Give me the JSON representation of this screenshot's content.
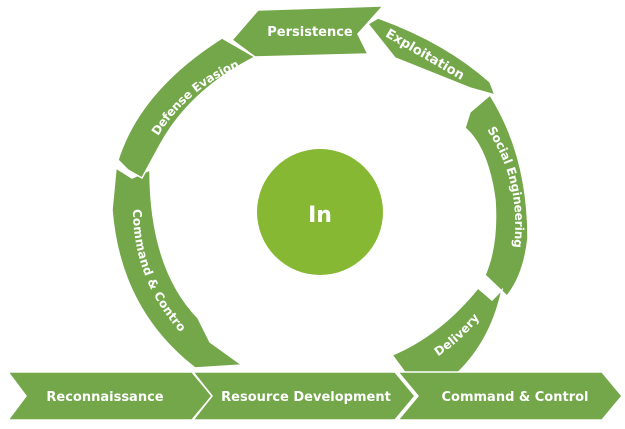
{
  "center": {
    "label": "In"
  },
  "ring_stages": [
    {
      "label": "Persistence"
    },
    {
      "label": "Exploitation"
    },
    {
      "label": "Social Engineering"
    },
    {
      "label": "Delivery"
    },
    {
      "label": "Command & Control"
    },
    {
      "label": "Defense Evasion"
    }
  ],
  "bottom_stages": [
    {
      "label": "Reconnaissance"
    },
    {
      "label": "Resource Development"
    },
    {
      "label": "Command & Control"
    }
  ],
  "colors": {
    "segment": "#73a74a",
    "segment_dark": "#5f9038",
    "center_circle": "#86b833",
    "label_text": "#ffffff"
  }
}
